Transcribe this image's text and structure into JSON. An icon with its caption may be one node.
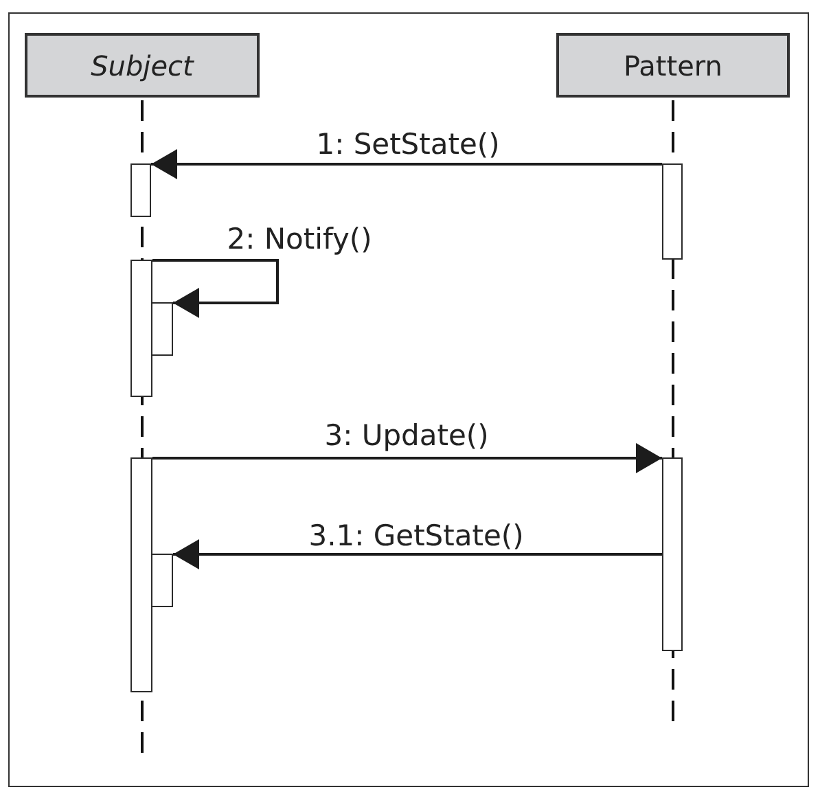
{
  "diagram": {
    "nodes": [
      {
        "text": [
          "Subject"
        ]
      },
      {
        "text": [
          "Pattern"
        ]
      },
      {
        "text": [],
        "shape": "bar"
      },
      {
        "text": [],
        "shape": "bar"
      },
      {
        "text": [],
        "shape": "bar"
      },
      {
        "text": [],
        "shape": "bar"
      },
      {
        "text": [],
        "shape": "bar"
      },
      {
        "text": [],
        "shape": "bar"
      },
      {
        "text": [],
        "shape": "bar"
      }
    ],
    "edges": [
      {
        "from": 3,
        "to": 2,
        "arrow": "to",
        "label": "1: SetState()"
      },
      {
        "from": 4,
        "to": 5,
        "arrow": "to",
        "label": "2: Notify()"
      },
      {
        "from": 6,
        "to": 7,
        "arrow": "to",
        "label": "3: Update()"
      },
      {
        "from": 7,
        "to": 8,
        "arrow": "to",
        "label": "3.1: GetState()"
      }
    ]
  }
}
